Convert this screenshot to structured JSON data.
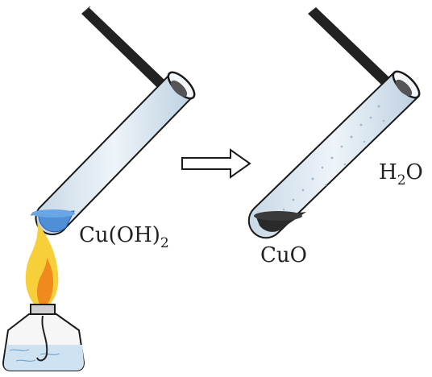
{
  "labels": {
    "reactant_prefix": "Cu(OH)",
    "reactant_sub": "2",
    "product_solid": "CuO",
    "product_water_prefix": "H",
    "product_water_sub": "2",
    "product_water_suffix": "O"
  },
  "colors": {
    "glass_stroke": "#1a1a1a",
    "glass_fill": "#e4edf4",
    "blue_solution": "#4f8fd8",
    "black_solid": "#2a2a2a",
    "flame_outer": "#f6cf3a",
    "flame_inner": "#f08a1c",
    "lamp_liquid": "#cfe2f2"
  },
  "icons": {
    "arrow": "right-arrow-icon",
    "burner": "spirit-lamp-icon"
  }
}
